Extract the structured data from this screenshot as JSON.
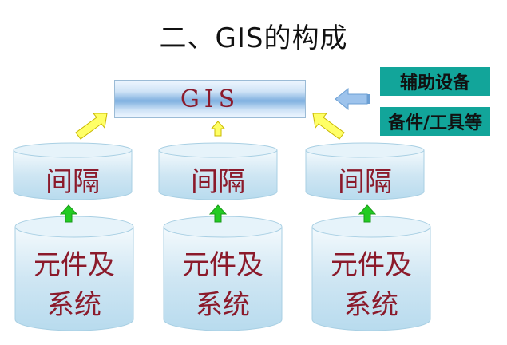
{
  "title": "二、GIS的构成",
  "gis_label": "GIS",
  "side_boxes": {
    "top": "辅助设备",
    "bottom": "备件/工具等"
  },
  "bays": [
    {
      "upper": "间隔",
      "lower_line1": "元件及",
      "lower_line2": "系统"
    },
    {
      "upper": "间隔",
      "lower_line1": "元件及",
      "lower_line2": "系统"
    },
    {
      "upper": "间隔",
      "lower_line1": "元件及",
      "lower_line2": "系统"
    }
  ],
  "colors": {
    "label_text": "#8b1a2b",
    "badge_bg": "#12a59a",
    "up_arrow": "#22cc22",
    "diag_arrow": "#ffff66",
    "side_arrow": "#9dc3ec"
  }
}
